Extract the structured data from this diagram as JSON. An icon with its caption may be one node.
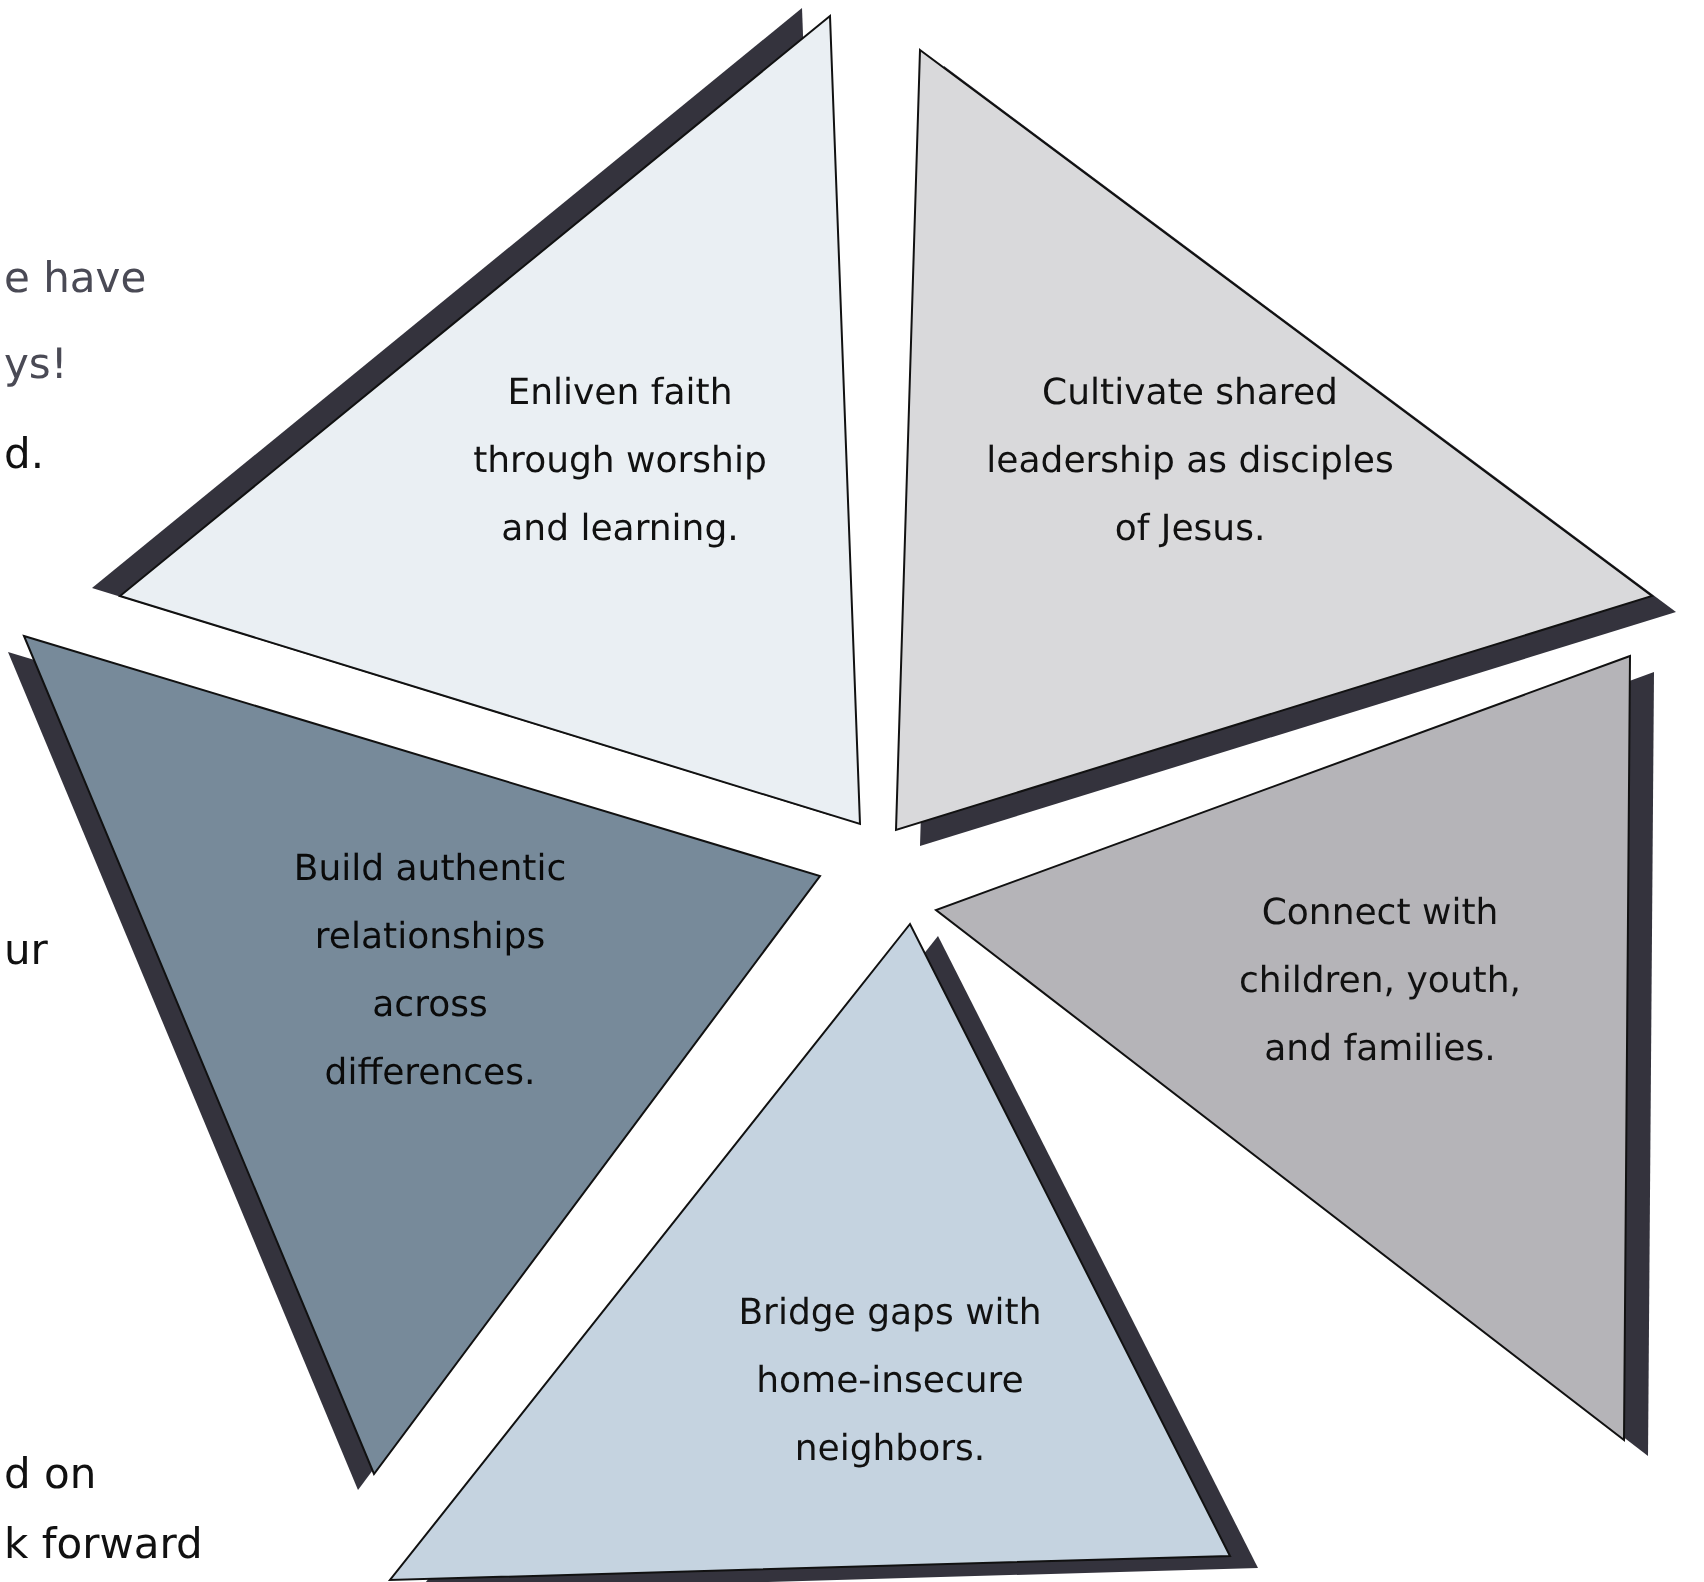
{
  "diagram": {
    "nodes": [
      {
        "text": [
          "Enliven faith through worship and learning."
        ]
      },
      {
        "text": [
          "Cultivate shared leadership as disciples of Jesus."
        ]
      },
      {
        "text": [
          "Build authentic relationships across differences."
        ]
      },
      {
        "text": [
          "Connect with children, youth, and families."
        ]
      },
      {
        "text": [
          "Bridge gaps with home-insecure neighbors."
        ]
      }
    ],
    "labels": [
      "e have",
      "ys!",
      "d.",
      "ur",
      "d on",
      "k forward"
    ]
  }
}
